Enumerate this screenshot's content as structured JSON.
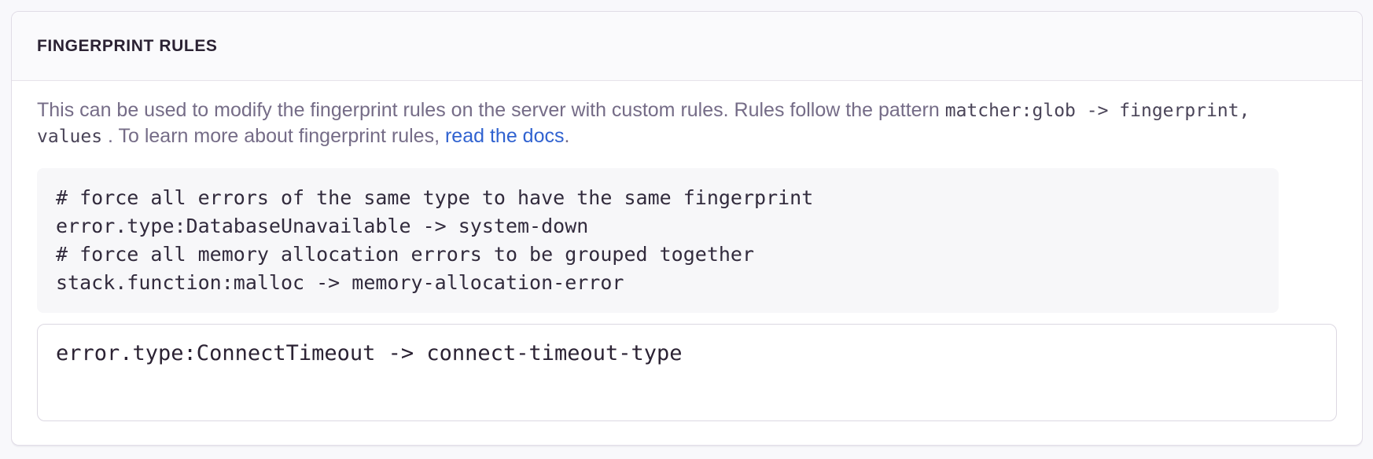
{
  "panel": {
    "title": "FINGERPRINT RULES",
    "description": {
      "line1_text": "This can be used to modify the fingerprint rules on the server with custom rules. Rules follow the pattern ",
      "line1_code": "matcher:glob -> fingerprint,",
      "line2_code": "values",
      "line2_text": " . To learn more about fingerprint rules, ",
      "line2_link": "read the docs",
      "line2_suffix": "."
    },
    "example_code": [
      "# force all errors of the same type to have the same fingerprint",
      "error.type:DatabaseUnavailable -> system-down",
      "# force all memory allocation errors to be grouped together",
      "stack.function:malloc -> memory-allocation-error"
    ],
    "rules_input": {
      "value": "error.type:ConnectTimeout -> connect-timeout-type"
    }
  },
  "colors": {
    "page_background": "#f8f8fb",
    "panel_border": "#e0dce6",
    "header_background": "#fafafc",
    "title_text": "#2b2233",
    "description_text": "#756c87",
    "link_blue": "#3062d0",
    "code_block_background": "#f7f7f9",
    "code_text": "#322b3d"
  }
}
